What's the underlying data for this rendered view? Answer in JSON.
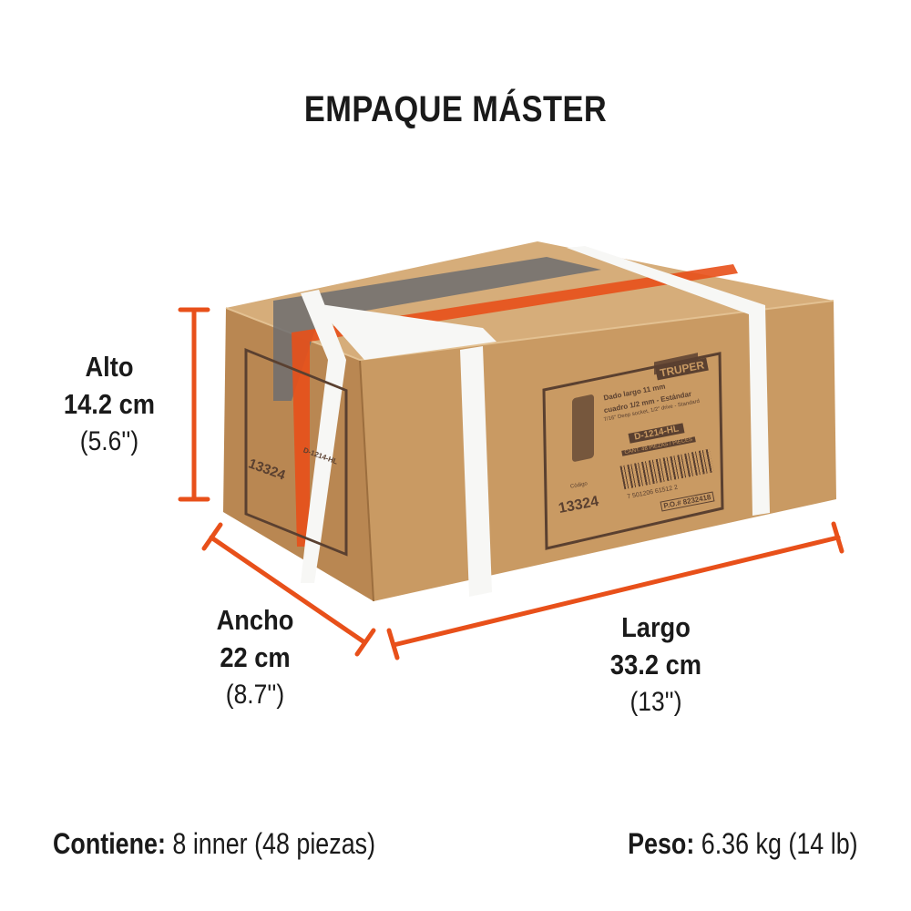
{
  "title": "EMPAQUE MÁSTER",
  "brand": "TRUPER",
  "dimensions": {
    "alto": {
      "label": "Alto",
      "metric": "14.2 cm",
      "imperial": "(5.6'')"
    },
    "ancho": {
      "label": "Ancho",
      "metric": "22 cm",
      "imperial": "(8.7'')"
    },
    "largo": {
      "label": "Largo",
      "metric": "33.2 cm",
      "imperial": "(13'')"
    }
  },
  "box_label": {
    "codigo_caption": "Código",
    "codigo": "13324",
    "line1": "Dado largo 11  mm",
    "line2": "cuadro 1/2  mm - Estándar",
    "line3": "7/16\" Deep socket, 1/2\" drive - Standard",
    "model": "D-1214-HL",
    "qty": "CANT. 48 PIEZAS / PIECES",
    "barcode_digits": "7  501206  61512  2",
    "po": "P.O.# 8232418",
    "side_code": "13324",
    "side_model": "D-1214-HL"
  },
  "footer": {
    "contiene_label": "Contiene:",
    "contiene_value": " 8 inner (48 piezas)",
    "peso_label": "Peso:",
    "peso_value": " 6.36 kg (14 lb)"
  },
  "colors": {
    "accent": "#e8501a",
    "cardboard_front": "#c99a63",
    "cardboard_side": "#b98752",
    "cardboard_top": "#d6ad7a",
    "print": "#5a4030"
  }
}
